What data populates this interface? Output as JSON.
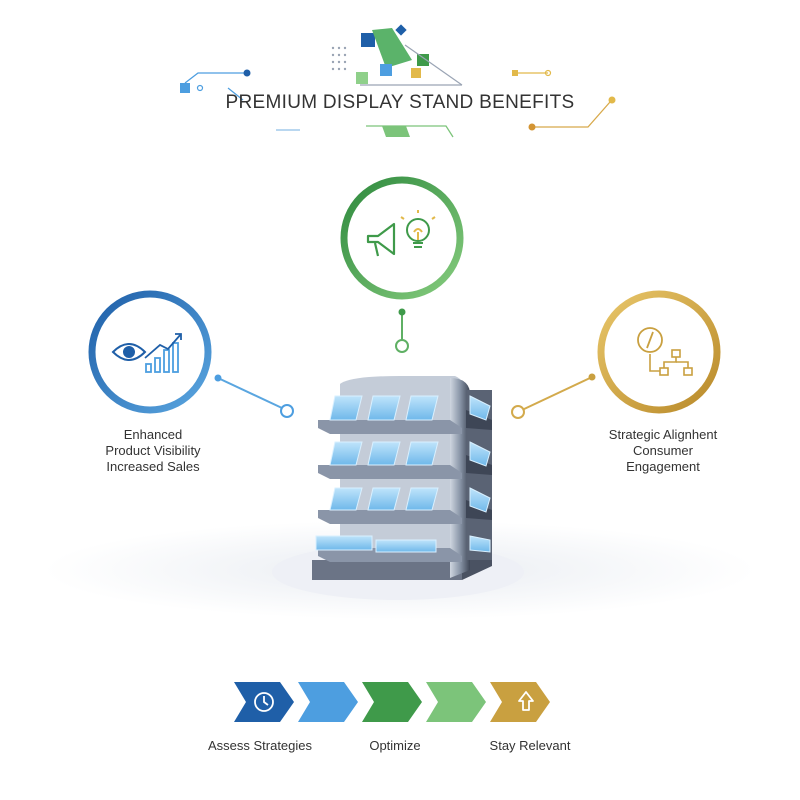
{
  "title": "PREMIUM DISPLAY STAND BENEFITS",
  "benefits": {
    "left": {
      "lines": [
        "Enhanced",
        "Product Visibility",
        "Increased Sales"
      ],
      "color": "#1f5fa8",
      "icons": [
        "eye-icon",
        "bar-chart-up-icon"
      ]
    },
    "top": {
      "color": "#3f9a4a",
      "icons": [
        "megaphone-icon",
        "lightbulb-icon"
      ]
    },
    "right": {
      "lines": [
        "Strategic Alignhent",
        "Consumer",
        "Engagement"
      ],
      "color": "#c9a040",
      "icons": [
        "compass-icon",
        "hierarchy-icon"
      ]
    }
  },
  "steps": [
    {
      "label": "Assess Strategies",
      "color": "#1f5fa8",
      "icon": "clock-icon"
    },
    {
      "label": "Optimize",
      "color": "#3f9a4a"
    },
    {
      "label": "Stay Relevant",
      "color": "#c9a040",
      "icon": "arrow-up-icon"
    }
  ],
  "step_arrow_colors": [
    "#1f5fa8",
    "#4d9ee0",
    "#3f9a4a",
    "#7cc47a",
    "#c9a040"
  ],
  "center_image": "display-stand"
}
